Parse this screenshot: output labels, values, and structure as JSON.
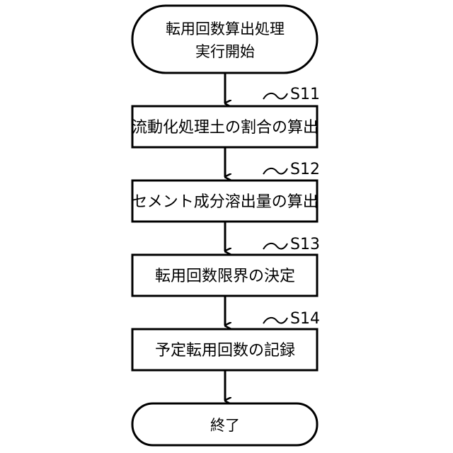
{
  "flowchart": {
    "start": {
      "line1": "転用回数算出処理",
      "line2": "実行開始"
    },
    "steps": [
      {
        "id": "S11",
        "label": "流動化処理土の割合の算出"
      },
      {
        "id": "S12",
        "label": "セメント成分溶出量の算出"
      },
      {
        "id": "S13",
        "label": "転用回数限界の決定"
      },
      {
        "id": "S14",
        "label": "予定転用回数の記録"
      }
    ],
    "end": {
      "label": "終了"
    }
  }
}
